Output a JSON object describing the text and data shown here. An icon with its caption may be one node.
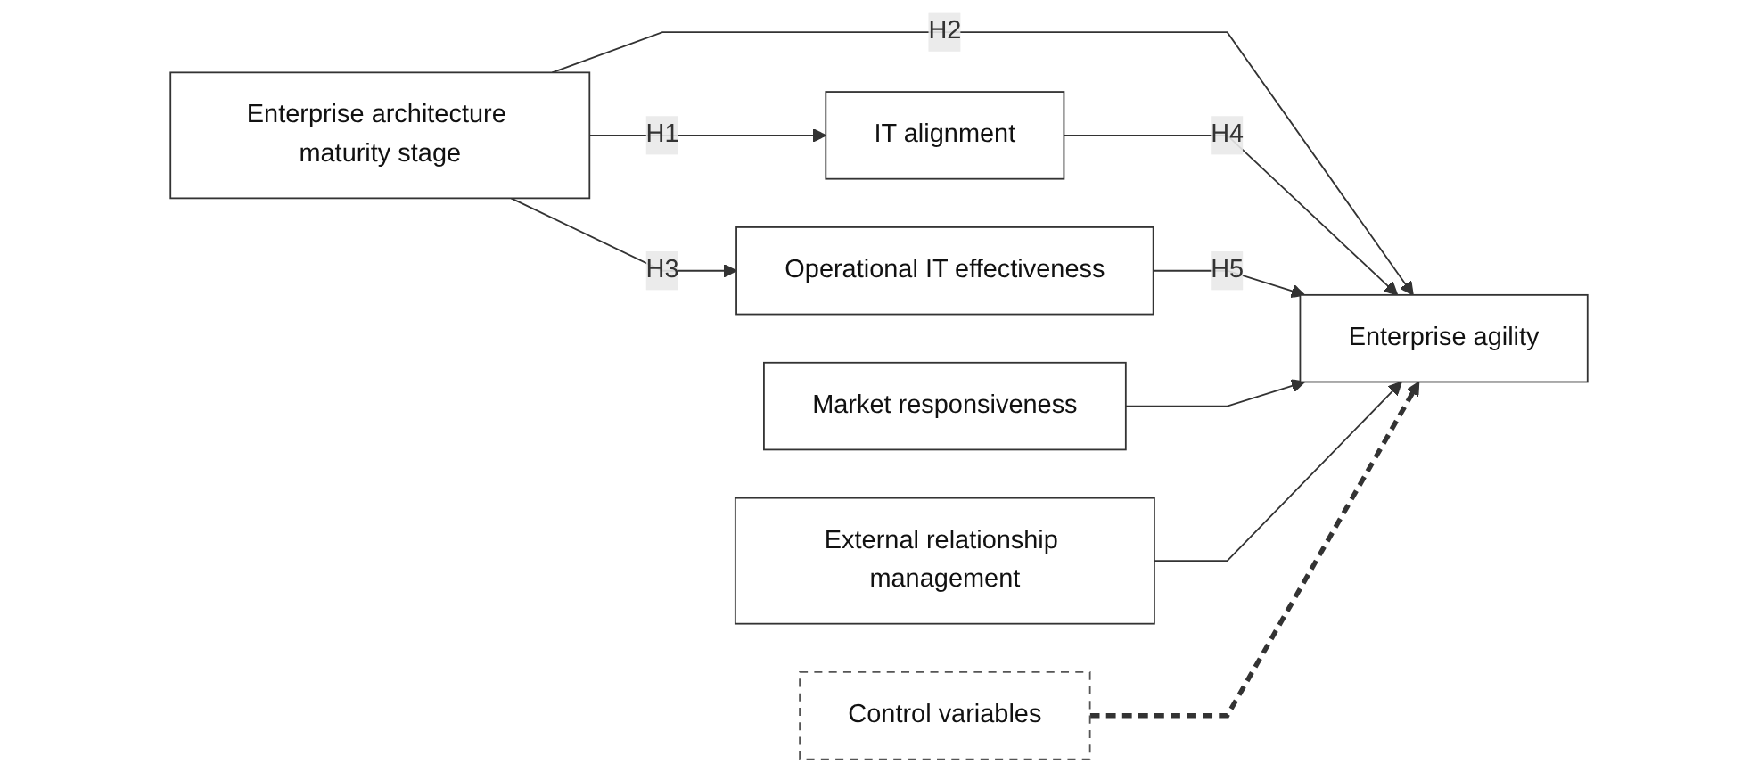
{
  "diagram": {
    "nodes": [
      {
        "text": [
          "Enterprise architecture maturity stage"
        ]
      },
      {
        "text": [
          "IT alignment"
        ]
      },
      {
        "text": [
          "Operational IT effectiveness"
        ]
      },
      {
        "text": [
          "Market responsiveness"
        ]
      },
      {
        "text": [
          "External relationship management"
        ]
      },
      {
        "text": [
          "Enterprise agility"
        ]
      },
      {
        "text": [
          "Control variables"
        ]
      }
    ],
    "edges": [
      {
        "from": 0,
        "to": 1,
        "arrow": "to",
        "label": "H1"
      },
      {
        "from": 0,
        "to": 5,
        "arrow": "to",
        "label": "H2"
      },
      {
        "from": 0,
        "to": 2,
        "arrow": "to",
        "label": "H3"
      },
      {
        "from": 1,
        "to": 5,
        "arrow": "to",
        "label": "H4"
      },
      {
        "from": 2,
        "to": 5,
        "arrow": "to",
        "label": "H5"
      },
      {
        "from": 3,
        "to": 5,
        "arrow": "to"
      },
      {
        "from": 4,
        "to": 5,
        "arrow": "to"
      },
      {
        "from": 6,
        "to": 5,
        "arrow": "to",
        "style": "dashed"
      }
    ]
  }
}
